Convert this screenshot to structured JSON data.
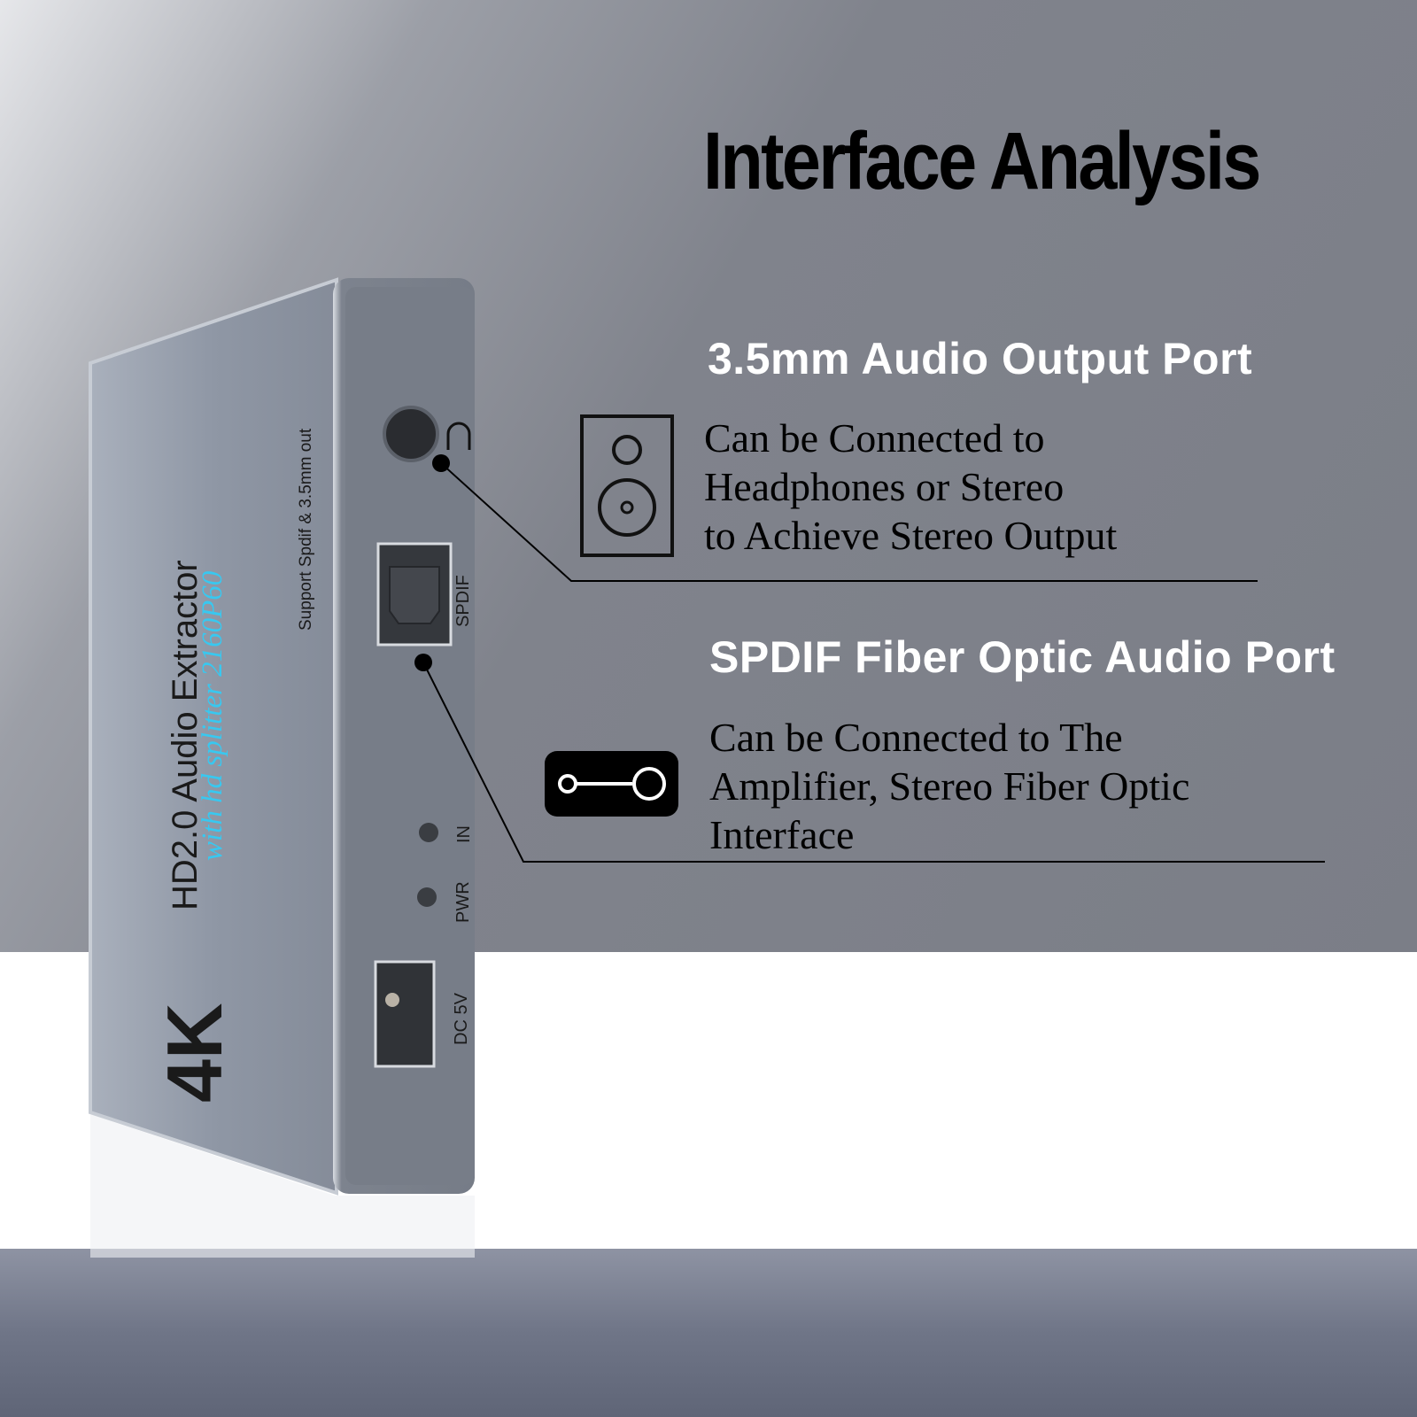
{
  "title": "Interface Analysis",
  "device": {
    "brand_mark": "4K",
    "product_name": "HD2.0 Audio Extractor",
    "subtitle": "with hd splitter 2160P60",
    "support_note": "Support Spdif & 3.5mm out",
    "port_labels": {
      "spdif": "SPDIF",
      "in": "IN",
      "pwr": "PWR",
      "dc": "DC 5V"
    }
  },
  "features": [
    {
      "icon": "speaker-icon",
      "heading": "3.5mm Audio Output Port",
      "lines": [
        "Can be Connected to",
        "Headphones or Stereo",
        "to Achieve Stereo Output"
      ]
    },
    {
      "icon": "fiber-optic-icon",
      "heading": "SPDIF Fiber Optic Audio Port",
      "lines": [
        "Can be Connected to The",
        "Amplifier, Stereo Fiber Optic",
        "Interface"
      ]
    }
  ],
  "colors": {
    "accent_cyan": "#38c8f0",
    "device_body": "#8d95a3",
    "device_front": "#7c828d"
  }
}
